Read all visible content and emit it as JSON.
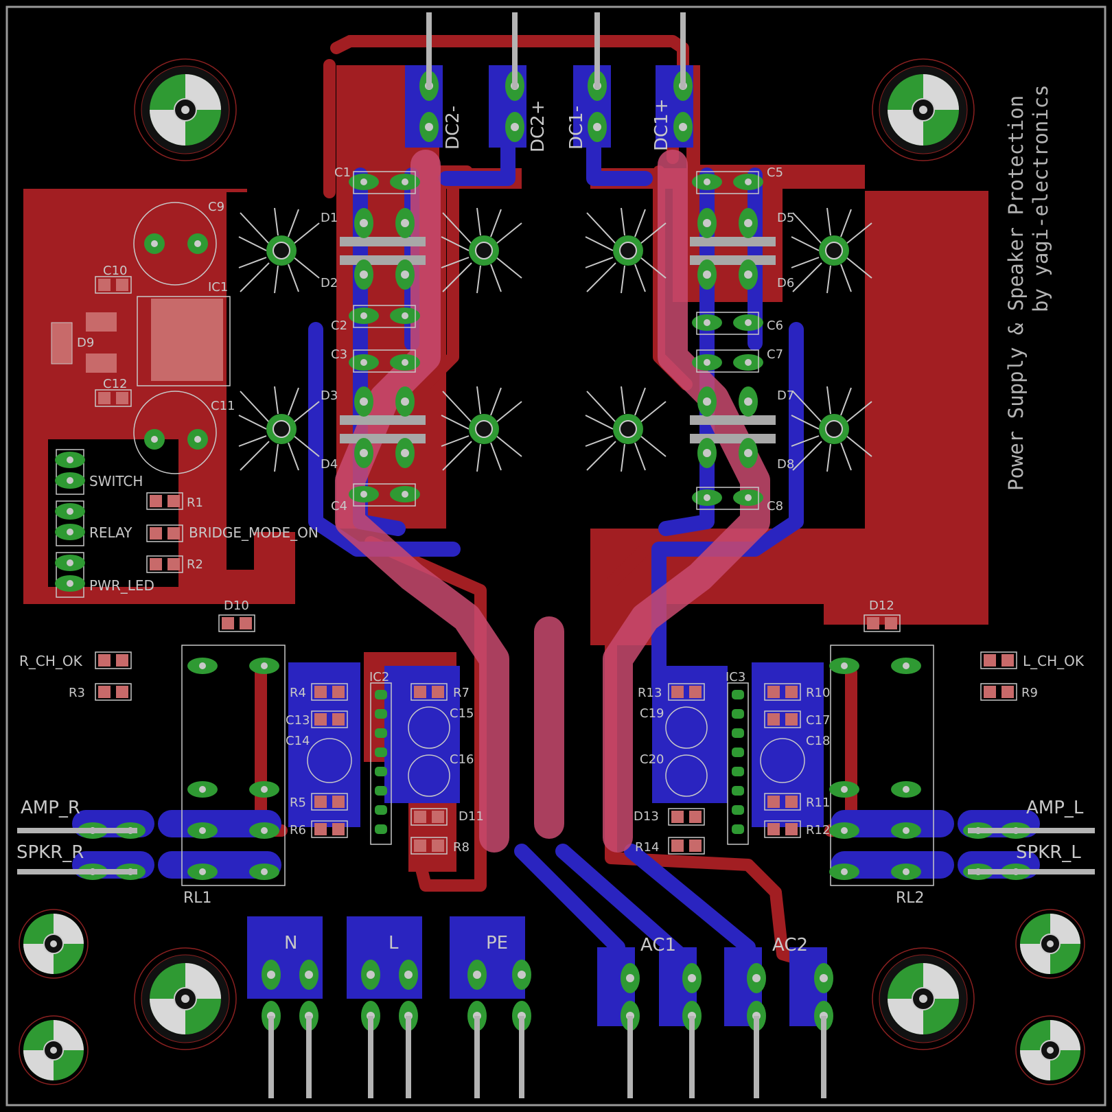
{
  "colors": {
    "background": "#000000",
    "top_copper": "#a21e22",
    "bottom_copper": "#2a24c0",
    "overlap": "#c84a6e",
    "silkscreen": "#c8c8c8",
    "pad": "#2f9a33",
    "drill": "#b4b4b4",
    "border": "#9a9a9a"
  },
  "title": {
    "line1": "Power Supply & Speaker Protection",
    "line2": "by yagi-electronics"
  },
  "connectors": {
    "dc2_minus": "DC2-",
    "dc2_plus": "DC2+",
    "dc1_minus": "DC1-",
    "dc1_plus": "DC1+",
    "n": "N",
    "l": "L",
    "pe": "PE",
    "ac1": "AC1",
    "ac2": "AC2",
    "amp_r": "AMP_R",
    "spkr_r": "SPKR_R",
    "amp_l": "AMP_L",
    "spkr_l": "SPKR_L",
    "switch": "SWITCH",
    "relay": "RELAY",
    "pwr_led": "PWR_LED",
    "bridge_mode_on": "BRIDGE_MODE_ON",
    "r_ch_ok": "R_CH_OK",
    "l_ch_ok": "L_CH_OK"
  },
  "components": {
    "c1": "C1",
    "c2": "C2",
    "c3": "C3",
    "c4": "C4",
    "c5": "C5",
    "c6": "C6",
    "c7": "C7",
    "c8": "C8",
    "c9": "C9",
    "c10": "C10",
    "c11": "C11",
    "c12": "C12",
    "c13": "C13",
    "c14": "C14",
    "c15": "C15",
    "c16": "C16",
    "c17": "C17",
    "c18": "C18",
    "c19": "C19",
    "c20": "C20",
    "d1": "D1",
    "d2": "D2",
    "d3": "D3",
    "d4": "D4",
    "d5": "D5",
    "d6": "D6",
    "d7": "D7",
    "d8": "D8",
    "d9": "D9",
    "d10": "D10",
    "d11": "D11",
    "d12": "D12",
    "d13": "D13",
    "r1": "R1",
    "r2": "R2",
    "r3": "R3",
    "r4": "R4",
    "r5": "R5",
    "r6": "R6",
    "r7": "R7",
    "r8": "R8",
    "r9": "R9",
    "r10": "R10",
    "r11": "R11",
    "r12": "R12",
    "r13": "R13",
    "r14": "R14",
    "ic1": "IC1",
    "ic2": "IC2",
    "ic3": "IC3",
    "rl1": "RL1",
    "rl2": "RL2"
  }
}
